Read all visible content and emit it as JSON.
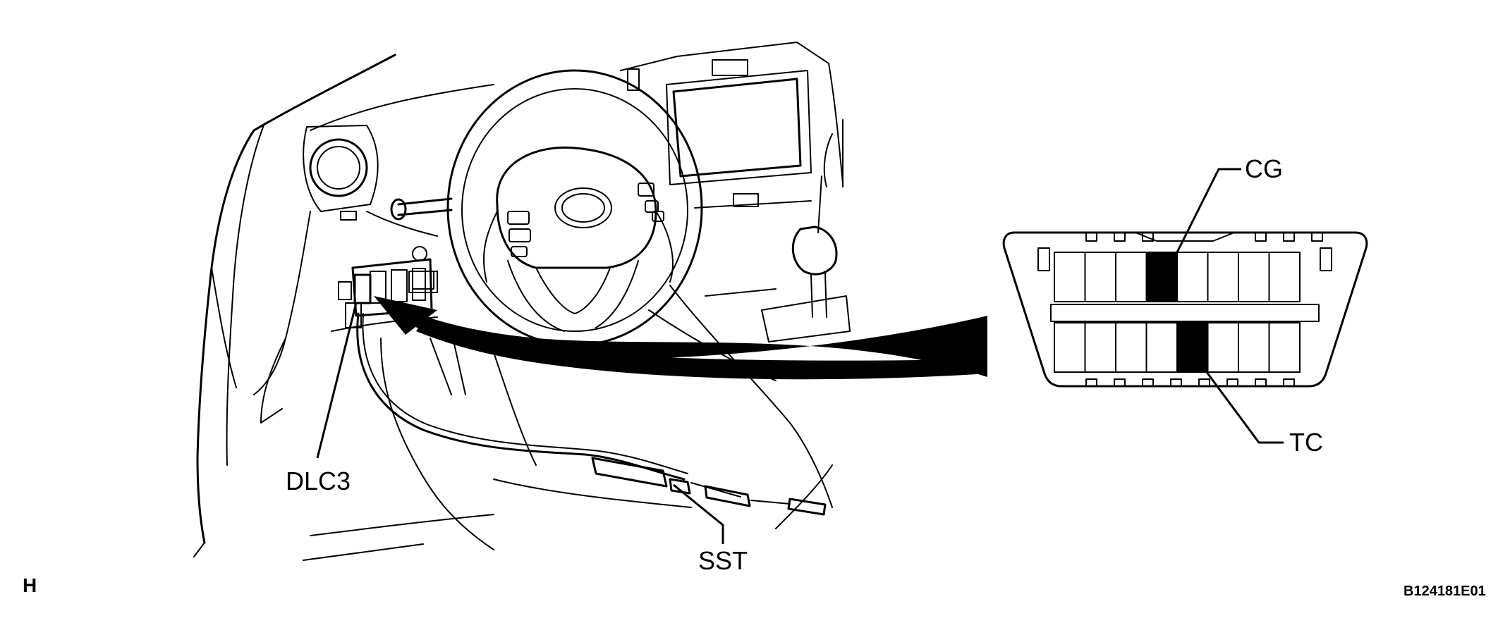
{
  "labels": {
    "cg": "CG",
    "tc": "TC",
    "dlc3": "DLC3",
    "sst": "SST",
    "corner_mark": "H",
    "figure_id": "B124181E01"
  },
  "connector": {
    "pins_per_row": 8,
    "highlight_top_pin": 4,
    "highlight_bottom_pin": 5
  }
}
